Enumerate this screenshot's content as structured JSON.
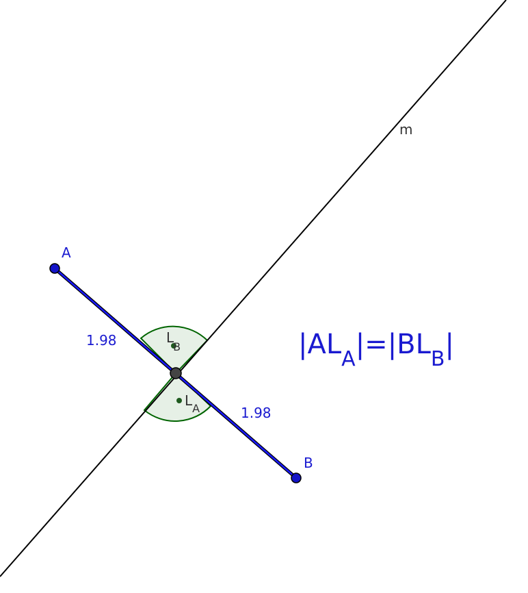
{
  "colors": {
    "point": "#1414c8",
    "segment": "#1a1aff",
    "line": "#000000",
    "angle_stroke": "#006400",
    "angle_fill": "#e6f0e6",
    "foot_point": "#1e5a1e",
    "intersection": "#444444",
    "label_blue": "#1a1ad0",
    "label_dark": "#333333"
  },
  "points": {
    "A": "A",
    "B": "B"
  },
  "line_label": "m",
  "lengths": {
    "AL": "1.98",
    "BL": "1.98"
  },
  "feet": {
    "LA_main": "L",
    "LA_sub": "A",
    "LB_main": "L",
    "LB_sub": "B"
  },
  "formula": {
    "bar1": "|",
    "a": "A",
    "l1": "L",
    "sub1": "A",
    "bar2": "|",
    "eq": "=",
    "bar3": "|",
    "b": "B",
    "l2": "L",
    "sub2": "B",
    "bar4": "|"
  }
}
